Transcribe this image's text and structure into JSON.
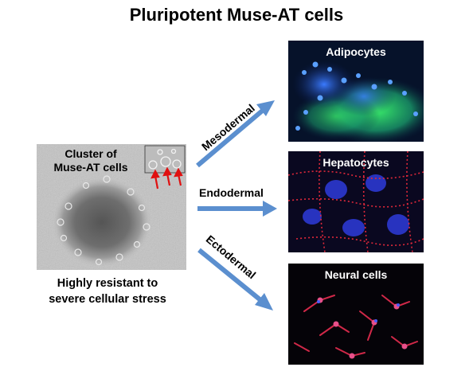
{
  "title": "Pluripotent Muse-AT cells",
  "cluster": {
    "label_line1": "Cluster of",
    "label_line2": "Muse-AT cells",
    "caption_line1": "Highly  resistant  to",
    "caption_line2": "severe  cellular stress"
  },
  "pathways": [
    {
      "arrow_label": "Mesodermal",
      "result": "Adipocytes"
    },
    {
      "arrow_label": "Endodermal",
      "result": "Hepatocytes"
    },
    {
      "arrow_label": "Ectodermal",
      "result": "Neural cells"
    }
  ],
  "colors": {
    "arrow": "#5b8fcf",
    "inset_arrows": "#e01010"
  }
}
